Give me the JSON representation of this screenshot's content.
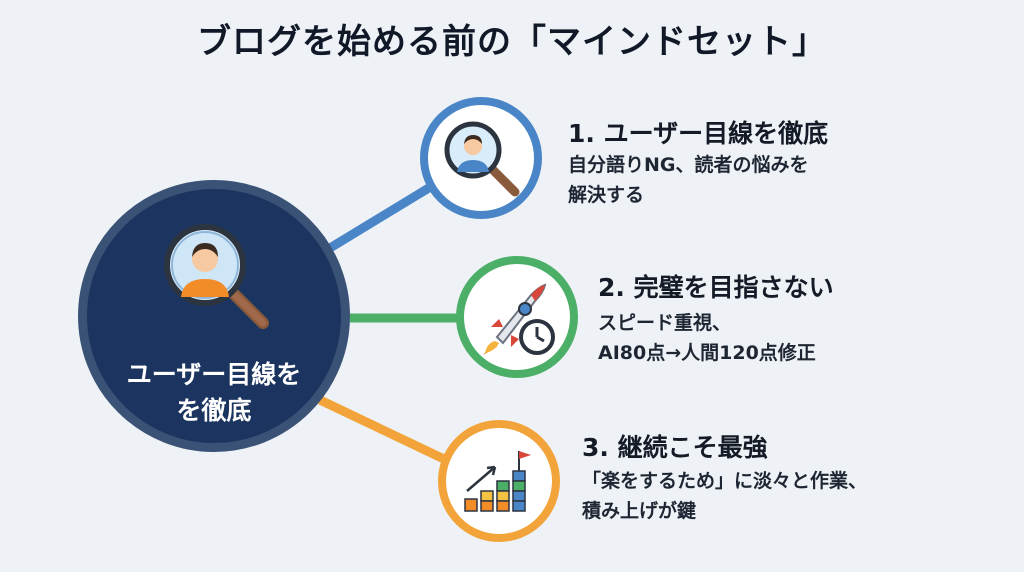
{
  "title": "ブログを始める前の「マインドセット」",
  "hub": {
    "line1": "ユーザー目線を",
    "line2": "を徹底",
    "icon": "person-magnifier-icon"
  },
  "items": [
    {
      "title": "1. ユーザー目線を徹底",
      "desc_line1": "自分語りNG、読者の悩みを",
      "desc_line2": "解決する",
      "icon": "person-magnifier-icon",
      "color": "#4a86c7"
    },
    {
      "title": "2. 完璧を目指さない",
      "desc_line1": "スピード重視、",
      "desc_line2": "AI80点→人間120点修正",
      "icon": "rocket-clock-icon",
      "color": "#4caf68"
    },
    {
      "title": "3. 継続こそ最強",
      "desc_line1": "「楽をするため」に淡々と作業、",
      "desc_line2": "積み上げが鍵",
      "icon": "growth-blocks-icon",
      "color": "#f2a43a"
    }
  ],
  "colors": {
    "background": "#eef2f6",
    "hub": "#1c3560",
    "blue": "#4a86c7",
    "green": "#4caf68",
    "orange": "#f2a43a"
  }
}
